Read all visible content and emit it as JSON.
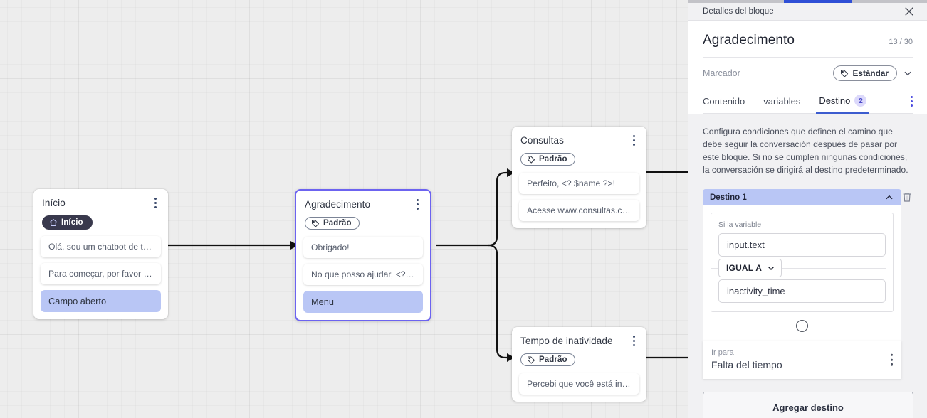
{
  "canvas": {
    "nodes": [
      {
        "id": "inicio",
        "title": "Início",
        "tag": "Início",
        "tag_icon": "home-icon",
        "tag_style": "dark",
        "selected": false,
        "messages": [
          {
            "text": "Olá, sou um chatbot de teste!",
            "accent": false
          },
          {
            "text": "Para começar, por favor digite o ...",
            "accent": false
          },
          {
            "text": "Campo aberto",
            "accent": true
          }
        ]
      },
      {
        "id": "agradecimento",
        "title": "Agradecimento",
        "tag": "Padrão",
        "tag_icon": "tag-icon",
        "tag_style": "outline",
        "selected": true,
        "messages": [
          {
            "text": "Obrigado!",
            "accent": false
          },
          {
            "text": "No que posso ajudar, <? $name ...",
            "accent": false
          },
          {
            "text": "Menu",
            "accent": true
          }
        ]
      },
      {
        "id": "consultas",
        "title": "Consultas",
        "tag": "Padrão",
        "tag_icon": "tag-icon",
        "tag_style": "outline",
        "selected": false,
        "messages": [
          {
            "text": "Perfeito, <? $name ?>!",
            "accent": false
          },
          {
            "text": "Acesse www.consultas.com par...",
            "accent": false
          }
        ]
      },
      {
        "id": "inatividade",
        "title": "Tempo de inatividade",
        "tag": "Padrão",
        "tag_icon": "tag-icon",
        "tag_style": "outline",
        "selected": false,
        "messages": [
          {
            "text": "Percebi que você está inativo. C...",
            "accent": false
          }
        ]
      }
    ]
  },
  "panel": {
    "header_title": "Detalles del bloque",
    "close_icon": "close-icon",
    "block_title": "Agradecimento",
    "char_count": "13 / 30",
    "marker_label": "Marcador",
    "marker_value": "Estándar",
    "marker_icon": "tag-icon",
    "marker_chevron": "chevron-down-icon",
    "tabs": [
      {
        "label": "Contenido",
        "badge": "",
        "active": false
      },
      {
        "label": "variables",
        "badge": "",
        "active": false
      },
      {
        "label": "Destino",
        "badge": "2",
        "active": true
      }
    ],
    "tabs_kebab": "more-vertical-icon",
    "description": "Configura condiciones que definen el camino que debe seguir la conversación después de pasar por este bloque. Si no se cumplen ningunas condiciones, la conversación se dirigirá al destino predeterminado.",
    "destination": {
      "header_label": "Destino 1",
      "collapse_icon": "chevron-up-icon",
      "delete_icon": "trash-icon",
      "condition_label": "Si la variable",
      "variable_value": "input.text",
      "operator_value": "IGUAL A",
      "operator_chevron": "chevron-down-icon",
      "comparison_value": "inactivity_time",
      "add_condition_icon": "plus-circle-icon",
      "goto_label": "Ir para",
      "goto_value": "Falta del tiempo",
      "goto_kebab": "more-vertical-icon"
    },
    "add_destination_label": "Agregar destino"
  },
  "colors": {
    "accent_blue": "#2f4fd6",
    "node_selected": "#6c63f0",
    "accent_chip": "#b9c6f5",
    "badge_bg": "#dcd9fb",
    "badge_text": "#4b4bc8"
  }
}
